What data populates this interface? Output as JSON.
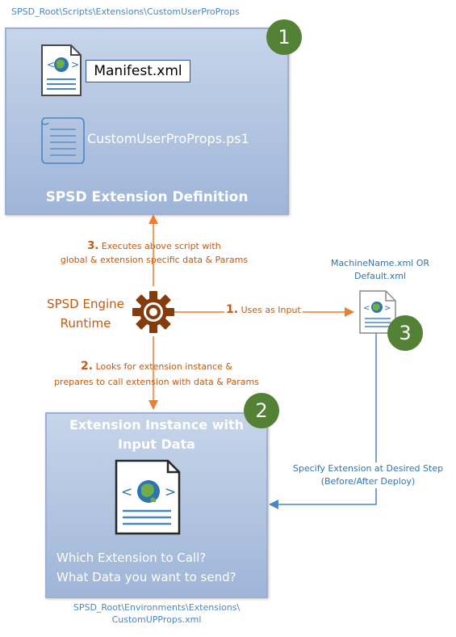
{
  "top_path": "SPSD_Root\\Scripts\\Extensions\\CustomUserProProps",
  "definition_box": {
    "manifest_file": "Manifest.xml",
    "script_file": "CustomUserProProps.ps1",
    "title": "SPSD Extension Definition",
    "badge": "1"
  },
  "engine": {
    "label_line1": "SPSD Engine",
    "label_line2": "Runtime"
  },
  "step3": {
    "num": "3.",
    "line1": "Executes above script with",
    "line2": "global & extension specific data & Params"
  },
  "step1": {
    "num": "1.",
    "text": "Uses as Input"
  },
  "step2": {
    "num": "2.",
    "line1": "Looks for extension instance &",
    "line2": "prepares to call extension with data & Params"
  },
  "config_file": {
    "line1": "MachineName.xml OR",
    "line2": "Default.xml",
    "badge": "3"
  },
  "specify": {
    "line1": "Specify Extension at Desired Step",
    "line2": "(Before/After Deploy)"
  },
  "instance_box": {
    "title_line1": "Extension Instance with",
    "title_line2": "Input Data",
    "q1": "Which Extension to Call?",
    "q2": "What Data you want to send?",
    "badge": "2"
  },
  "bottom_path": {
    "line1": "SPSD_Root\\Environments\\Extensions\\",
    "line2": "CustomUPProps.xml"
  },
  "colors": {
    "orange": "#c55a11",
    "blue": "#2e74b5",
    "green_badge": "#538135",
    "box_fill": "#b4c7e7"
  }
}
